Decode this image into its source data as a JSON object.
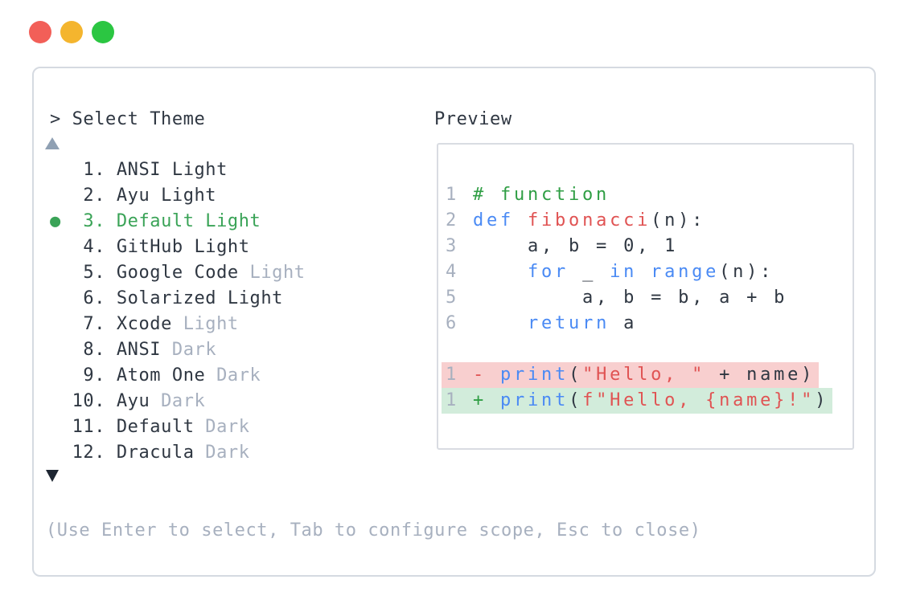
{
  "palette": {
    "ink": "#2f3742",
    "muted_gray": "#a7b0bf",
    "selection_green": "#3aa357",
    "comment_green": "#2f9e44",
    "keyword_blue": "#4a8af4",
    "string_red": "#e05353",
    "diff_removed_bg": "#f8cfcf",
    "diff_added_bg": "#d2ecdb",
    "traffic_red": "#f25f58",
    "traffic_yellow": "#f4b52e",
    "traffic_green": "#2bc642"
  },
  "window": {
    "traffic_lights": [
      "close",
      "minimize",
      "maximize"
    ]
  },
  "theme_picker": {
    "prompt": "> Select Theme",
    "scroll_up_icon": "triangle-up",
    "scroll_down_icon": "triangle-down",
    "selected_marker": "●",
    "items": [
      {
        "num": "1",
        "label": "ANSI Light",
        "muted": "",
        "selected": false
      },
      {
        "num": "2",
        "label": "Ayu Light",
        "muted": "",
        "selected": false
      },
      {
        "num": "3",
        "label": "Default Light",
        "muted": "",
        "selected": true
      },
      {
        "num": "4",
        "label": "GitHub Light",
        "muted": "",
        "selected": false
      },
      {
        "num": "5",
        "label": "Google Code",
        "muted": "Light",
        "selected": false
      },
      {
        "num": "6",
        "label": "Solarized Light",
        "muted": "",
        "selected": false
      },
      {
        "num": "7",
        "label": "Xcode",
        "muted": "Light",
        "selected": false
      },
      {
        "num": "8",
        "label": "ANSI",
        "muted": "Dark",
        "selected": false
      },
      {
        "num": "9",
        "label": "Atom One",
        "muted": "Dark",
        "selected": false
      },
      {
        "num": "10",
        "label": "Ayu",
        "muted": "Dark",
        "selected": false
      },
      {
        "num": "11",
        "label": "Default",
        "muted": "Dark",
        "selected": false
      },
      {
        "num": "12",
        "label": "Dracula",
        "muted": "Dark",
        "selected": false
      }
    ],
    "footer": "(Use Enter to select, Tab to configure scope, Esc to close)"
  },
  "preview": {
    "title": "Preview",
    "code_lines": [
      {
        "num": "1",
        "diff": "",
        "tokens": [
          {
            "text": "# function",
            "style": "comment"
          }
        ]
      },
      {
        "num": "2",
        "diff": "",
        "tokens": [
          {
            "text": "def",
            "style": "kw"
          },
          {
            "text": " ",
            "style": "plain"
          },
          {
            "text": "fibonacci",
            "style": "fn"
          },
          {
            "text": "(n):",
            "style": "plain"
          }
        ]
      },
      {
        "num": "3",
        "diff": "",
        "tokens": [
          {
            "text": "    a, b = 0, 1",
            "style": "plain"
          }
        ]
      },
      {
        "num": "4",
        "diff": "",
        "tokens": [
          {
            "text": "    ",
            "style": "plain"
          },
          {
            "text": "for",
            "style": "kw"
          },
          {
            "text": " _ ",
            "style": "plain"
          },
          {
            "text": "in",
            "style": "kw"
          },
          {
            "text": " ",
            "style": "plain"
          },
          {
            "text": "range",
            "style": "kw"
          },
          {
            "text": "(n):",
            "style": "plain"
          }
        ]
      },
      {
        "num": "5",
        "diff": "",
        "tokens": [
          {
            "text": "        a, b = b, a + b",
            "style": "plain"
          }
        ]
      },
      {
        "num": "6",
        "diff": "",
        "tokens": [
          {
            "text": "    ",
            "style": "plain"
          },
          {
            "text": "return",
            "style": "kw"
          },
          {
            "text": " a",
            "style": "plain"
          }
        ]
      },
      {
        "num": "",
        "diff": "",
        "tokens": []
      },
      {
        "num": "1",
        "diff": "removed",
        "tokens": [
          {
            "text": "-",
            "style": "del"
          },
          {
            "text": " ",
            "style": "plain"
          },
          {
            "text": "print",
            "style": "kw"
          },
          {
            "text": "(",
            "style": "plain"
          },
          {
            "text": "\"Hello, \"",
            "style": "str"
          },
          {
            "text": " + name)",
            "style": "plain"
          }
        ]
      },
      {
        "num": "1",
        "diff": "added",
        "tokens": [
          {
            "text": "+",
            "style": "add"
          },
          {
            "text": " ",
            "style": "plain"
          },
          {
            "text": "print",
            "style": "kw"
          },
          {
            "text": "(",
            "style": "plain"
          },
          {
            "text": "f\"Hello, {name}!\"",
            "style": "str"
          },
          {
            "text": ")",
            "style": "plain"
          }
        ]
      }
    ]
  }
}
